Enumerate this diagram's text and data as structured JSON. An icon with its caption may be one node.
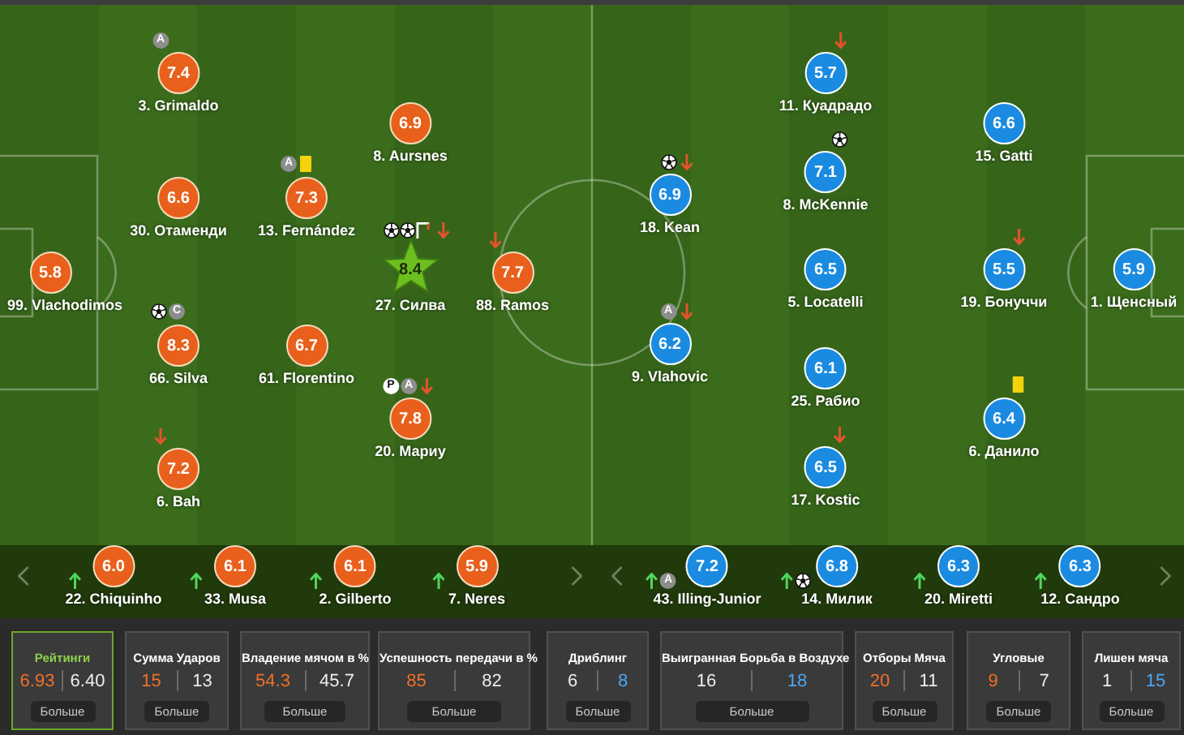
{
  "diagram": {
    "nodes": [
      {
        "text": [
          "5.8"
        ],
        "beside": [
          "99. Vlachodimos"
        ]
      },
      {
        "text": [
          "7.4"
        ],
        "beside": [
          "A",
          "3. Grimaldo"
        ]
      },
      {
        "text": [
          "6.6"
        ],
        "beside": [
          "30. Отаменди"
        ]
      },
      {
        "text": [
          "8.3"
        ],
        "beside": [
          "C",
          "66. Silva"
        ]
      },
      {
        "text": [
          "7.2"
        ],
        "beside": [
          "6. Bah"
        ]
      },
      {
        "text": [
          "7.3"
        ],
        "beside": [
          "A",
          "13. Fernández"
        ]
      },
      {
        "text": [
          "6.7"
        ],
        "beside": [
          "61. Florentino"
        ]
      },
      {
        "text": [
          "6.9"
        ],
        "beside": [
          "8. Aursnes"
        ]
      },
      {
        "text": [
          "8.4"
        ],
        "beside": [
          "27. Силва"
        ]
      },
      {
        "text": [
          "7.8"
        ],
        "beside": [
          "P",
          "A",
          "20. Мариу"
        ]
      },
      {
        "text": [
          "7.7"
        ],
        "beside": [
          "88. Ramos"
        ]
      },
      {
        "text": [
          "6.9"
        ],
        "beside": [
          "18. Kean"
        ]
      },
      {
        "text": [
          "6.2"
        ],
        "beside": [
          "A",
          "9. Vlahovic"
        ]
      },
      {
        "text": [
          "5.7"
        ],
        "beside": [
          "11. Куадрадо"
        ]
      },
      {
        "text": [
          "7.1"
        ],
        "beside": [
          "8. McKennie"
        ]
      },
      {
        "text": [
          "6.5"
        ],
        "beside": [
          "5. Locatelli"
        ]
      },
      {
        "text": [
          "6.1"
        ],
        "beside": [
          "25. Рабио"
        ]
      },
      {
        "text": [
          "6.5"
        ],
        "beside": [
          "17. Kostic"
        ]
      },
      {
        "text": [
          "6.6"
        ],
        "beside": [
          "15. Gatti"
        ]
      },
      {
        "text": [
          "5.5"
        ],
        "beside": [
          "19. Бонуччи"
        ]
      },
      {
        "text": [
          "6.4"
        ],
        "beside": [
          "6. Данило"
        ]
      },
      {
        "text": [
          "5.9"
        ],
        "beside": [
          "1. Щенсный"
        ]
      },
      {
        "text": [
          "6.0"
        ],
        "beside": [
          "22. Chiquinho"
        ]
      },
      {
        "text": [
          "6.1"
        ],
        "beside": [
          "33. Musa"
        ]
      },
      {
        "text": [
          "6.1"
        ],
        "beside": [
          "2. Gilberto"
        ]
      },
      {
        "text": [
          "5.9"
        ],
        "beside": [
          "7. Neres"
        ]
      },
      {
        "text": [
          "7.2"
        ],
        "beside": [
          "A",
          "43. Illing-Junior"
        ]
      },
      {
        "text": [
          "6.8"
        ],
        "beside": [
          "14. Милик"
        ]
      },
      {
        "text": [
          "6.3"
        ],
        "beside": [
          "20. Miretti"
        ]
      },
      {
        "text": [
          "6.3"
        ],
        "beside": [
          "12. Сандро"
        ]
      },
      {
        "text": [
          "Рейтинги",
          "6.93",
          "6.40",
          "Больше"
        ]
      },
      {
        "text": [
          "Сумма Ударов",
          "15",
          "13",
          "Больше"
        ]
      },
      {
        "text": [
          "Владение мячом в %",
          "54.3",
          "45.7",
          "Больше"
        ]
      },
      {
        "text": [
          "Успешность передачи в %",
          "85",
          "82",
          "Больше"
        ]
      },
      {
        "text": [
          "Дриблинг",
          "6",
          "8",
          "Больше"
        ]
      },
      {
        "text": [
          "Выигранная Борьба в Воздухе",
          "16",
          "18",
          "Больше"
        ]
      },
      {
        "text": [
          "Отборы Мяча",
          "20",
          "11",
          "Больше"
        ]
      },
      {
        "text": [
          "Угловые",
          "9",
          "7",
          "Больше"
        ]
      },
      {
        "text": [
          "Лишен мяча",
          "1",
          "15",
          "Больше"
        ]
      }
    ]
  }
}
